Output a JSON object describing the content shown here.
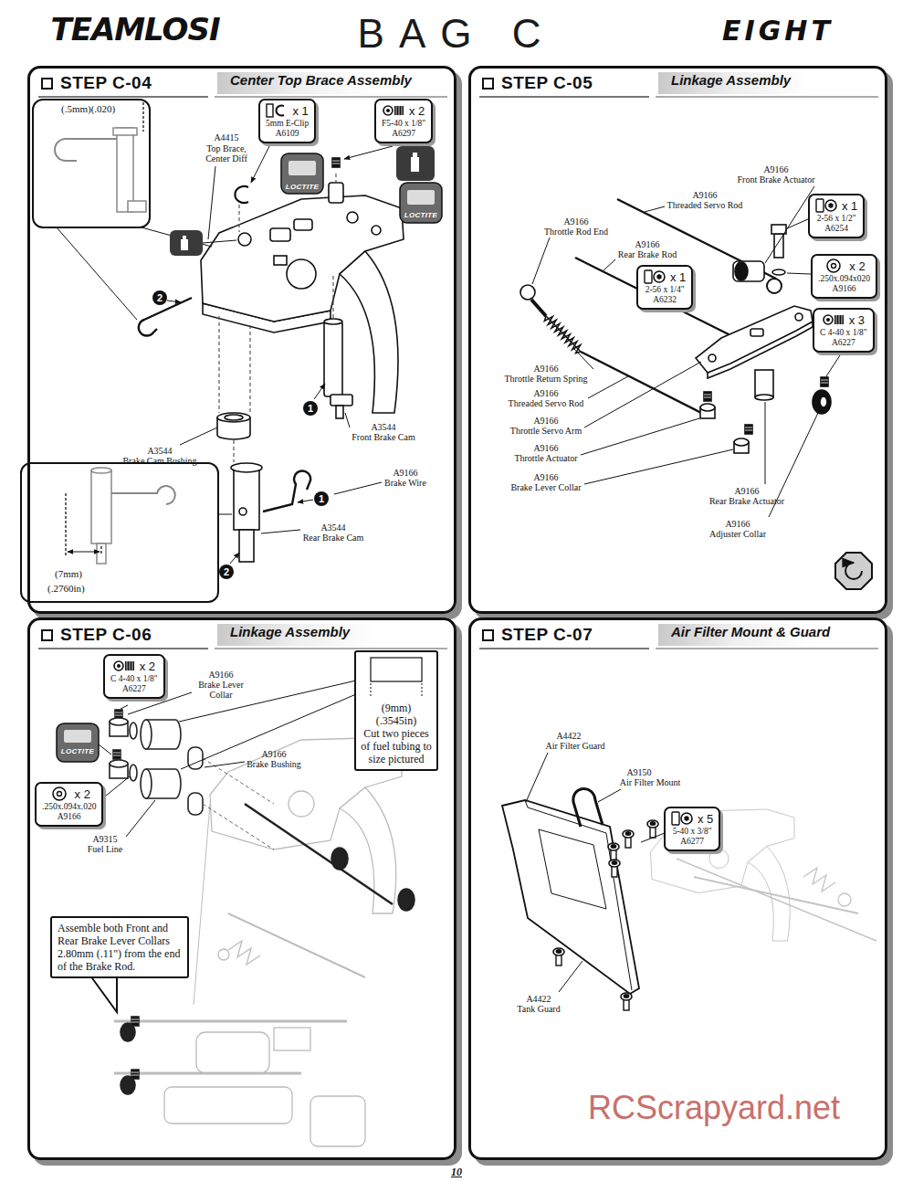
{
  "diagram": {
    "title": "BAG C",
    "nodes": [
      {
        "text": [
          "STEP C-04",
          "Center Top Brace Assembly"
        ]
      },
      {
        "text": [
          "(.5mm)(.020)"
        ],
        "in": 0
      },
      {
        "text": [
          "x 1",
          "5mm E-Clip",
          "A6109"
        ],
        "in": 0
      },
      {
        "text": [
          "x 2",
          "F5-40 x 1/8\"",
          "A6297"
        ],
        "in": 0
      },
      {
        "text": [
          "(7mm)",
          "(.2760in)"
        ],
        "in": 0
      },
      {
        "text": [
          "STEP C-05",
          "Linkage Assembly"
        ]
      },
      {
        "text": [
          "x 1",
          "2-56 x 1/2\"",
          "A6254"
        ],
        "in": 5
      },
      {
        "text": [
          "x 2",
          ".250x.094x020",
          "A9166"
        ],
        "in": 5
      },
      {
        "text": [
          "x 3",
          "C 4-40 x 1/8\"",
          "A6227"
        ],
        "in": 5
      },
      {
        "text": [
          "x 1",
          "2-56 x 1/4\"",
          "A6232"
        ],
        "in": 5
      },
      {
        "text": [
          "STEP C-06",
          "Linkage Assembly"
        ]
      },
      {
        "text": [
          "x 2",
          "C 4-40 x 1/8\"",
          "A6227"
        ],
        "in": 10
      },
      {
        "text": [
          "x 2",
          ".250x.094x.020",
          "A9166"
        ],
        "in": 10
      },
      {
        "text": [
          "(9mm)",
          "(.3545in)",
          "Cut two pieces of fuel tubing to size pictured"
        ],
        "in": 10
      },
      {
        "text": [
          "Assemble both Front and Rear Brake Lever Collars 2.80mm (.11\") from the end of the Brake Rod."
        ],
        "in": 10
      },
      {
        "text": [
          "STEP C-07",
          "Air Filter Mount & Guard"
        ]
      },
      {
        "text": [
          "x 5",
          "5-40 x 3/8\"",
          "A6277"
        ],
        "in": 15
      }
    ],
    "labels": [
      "TEAMLOSI",
      "EIGHT",
      "LOCTITE",
      "LOCTITE",
      "A4415",
      "Top Brace, Center Diff",
      "2",
      "1",
      "A3544",
      "Front Brake Cam",
      "A3544",
      "Brake Cam Bushing",
      "1",
      "A9166",
      "Brake Wire",
      "A3544",
      "Rear Brake Cam",
      "2",
      "A9166",
      "Front Brake Actuator",
      "A9166",
      "Threaded Servo Rod",
      "A9166",
      "Throttle Rod End",
      "A9166",
      "Rear Brake Rod",
      "A9166",
      "Throttle Return Spring",
      "A9166",
      "Threaded Servo Rod",
      "A9166",
      "Throttle Servo Arm",
      "A9166",
      "Throttle Actuator",
      "A9166",
      "Brake Lever Collar",
      "A9166",
      "Rear Brake Actuator",
      "A9166",
      "Adjuster Collar",
      "LOCTITE",
      "A9166",
      "Brake Lever Collar",
      "A9166",
      "Brake Bushing",
      "A9315",
      "Fuel Line",
      "A4422",
      "Air Filter Guard",
      "A9150",
      "Air Filter Mount",
      "A4422",
      "Tank Guard",
      "10",
      "RCScrapyard.net"
    ]
  }
}
